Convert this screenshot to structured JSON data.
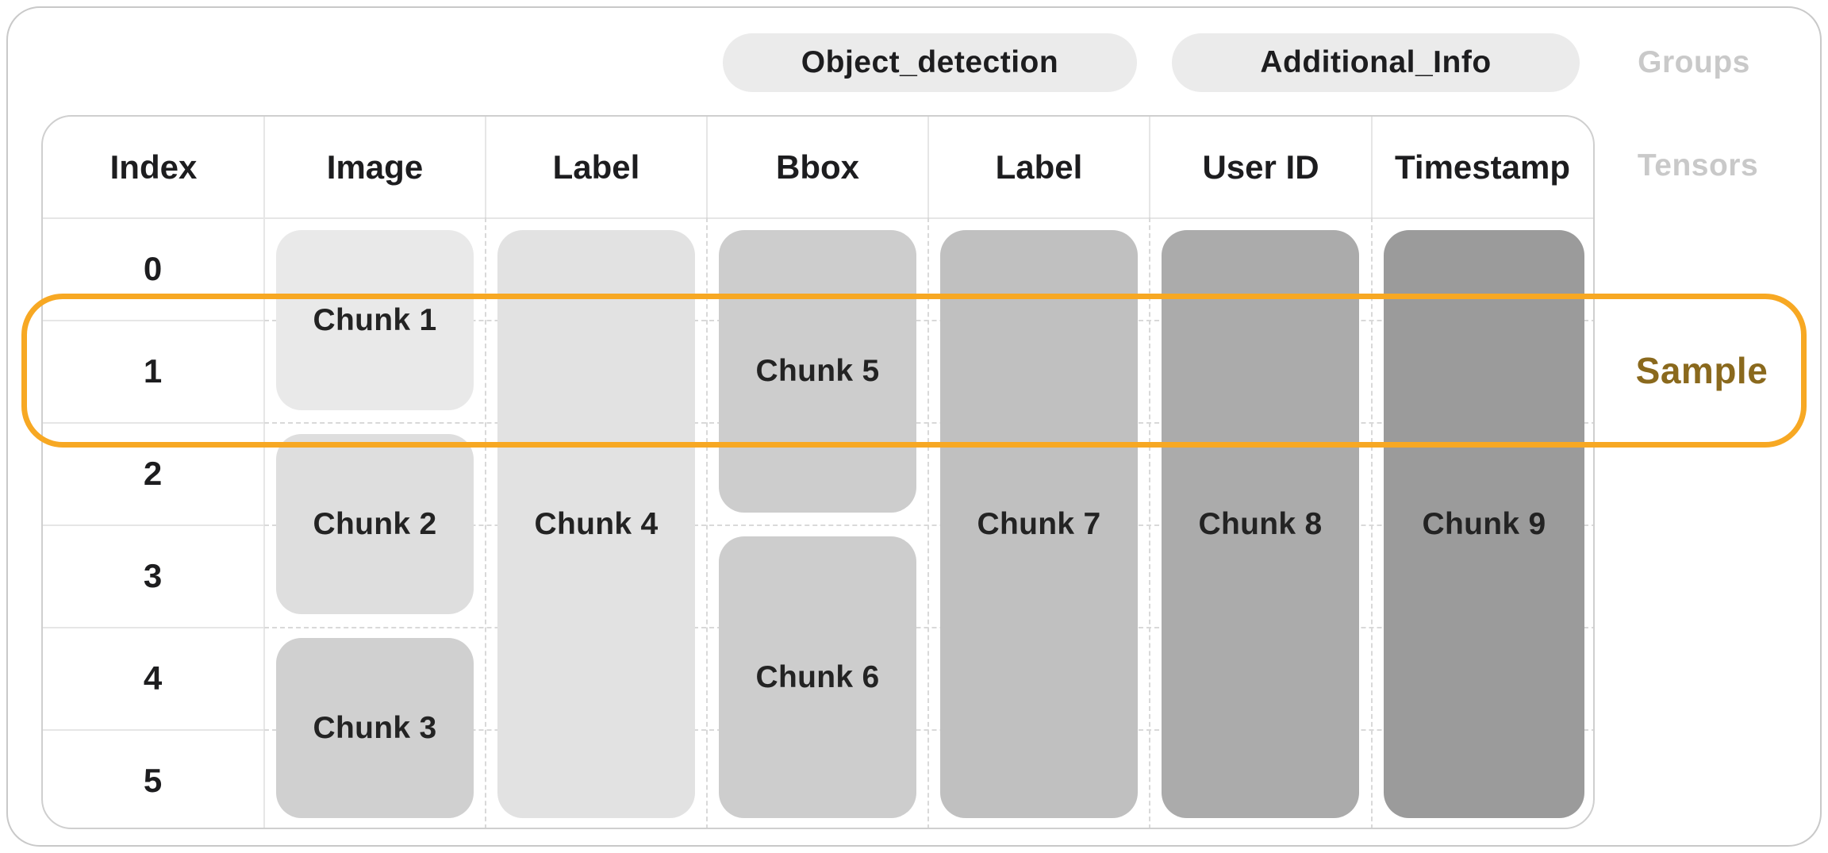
{
  "header": {
    "groups": [
      {
        "label": "Object_detection",
        "tensors": [
          "Image",
          "Label",
          "Bbox"
        ]
      },
      {
        "label": "Additional_Info",
        "tensors": [
          "Label",
          "User ID",
          "Timestamp"
        ]
      }
    ],
    "groups_caption": "Groups",
    "pill_bg": "#ebebeb"
  },
  "table": {
    "tensors_caption": "Tensors",
    "columns": [
      {
        "label": "Index"
      },
      {
        "label": "Image"
      },
      {
        "label": "Label"
      },
      {
        "label": "Bbox"
      },
      {
        "label": "Label"
      },
      {
        "label": "User ID"
      },
      {
        "label": "Timestamp"
      }
    ],
    "index_values": [
      "0",
      "1",
      "2",
      "3",
      "4",
      "5"
    ]
  },
  "chunks": [
    {
      "label": "Chunk 1",
      "tensor": "Image",
      "rows": "0-1",
      "color": "#e9e9e9"
    },
    {
      "label": "Chunk 2",
      "tensor": "Image",
      "rows": "2-3",
      "color": "#dedede"
    },
    {
      "label": "Chunk 3",
      "tensor": "Image",
      "rows": "4-5",
      "color": "#d0d0d0"
    },
    {
      "label": "Chunk 4",
      "tensor": "Label",
      "rows": "0-5",
      "color": "#e2e2e2"
    },
    {
      "label": "Chunk 5",
      "tensor": "Bbox",
      "rows": "0-2",
      "color": "#cdcdcd"
    },
    {
      "label": "Chunk 6",
      "tensor": "Bbox",
      "rows": "3-5",
      "color": "#cdcdcd"
    },
    {
      "label": "Chunk 7",
      "tensor": "Label",
      "rows": "0-5",
      "color": "#c0c0c0"
    },
    {
      "label": "Chunk 8",
      "tensor": "User ID",
      "rows": "0-5",
      "color": "#ababab"
    },
    {
      "label": "Chunk 9",
      "tensor": "Timestamp",
      "rows": "0-5",
      "color": "#9b9b9b"
    }
  ],
  "sample": {
    "label": "Sample",
    "row_index": "1",
    "border_color": "#f7a823",
    "text_color": "#8a691d"
  }
}
